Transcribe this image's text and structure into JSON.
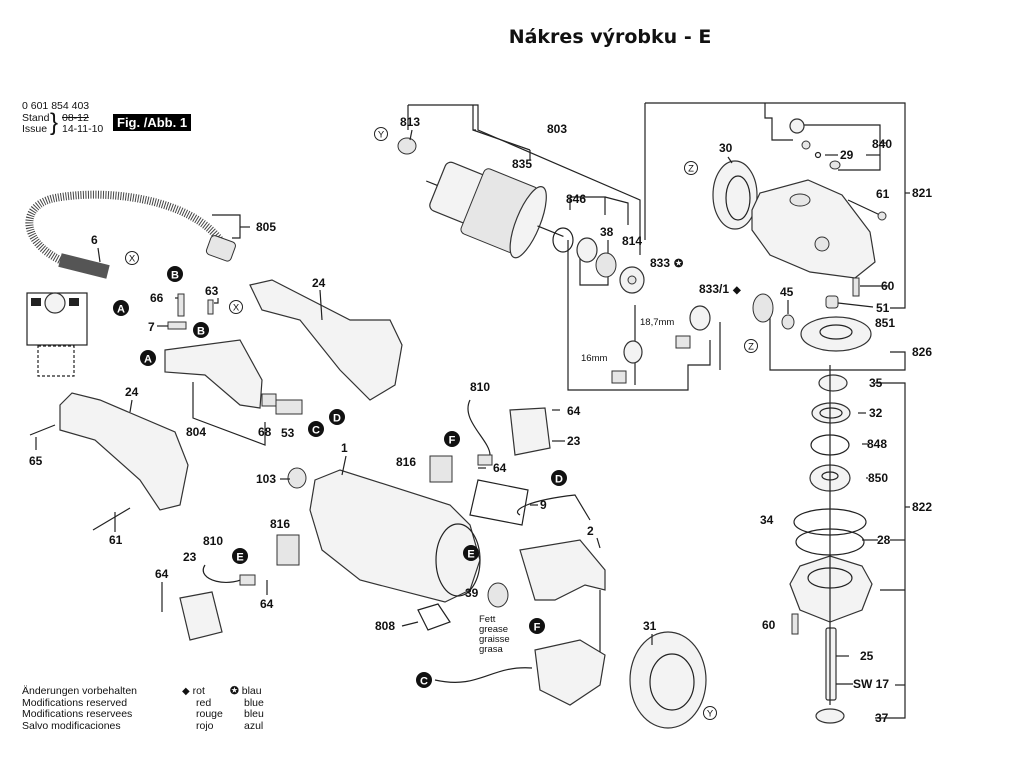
{
  "title": "Nákres výrobku - E",
  "header": {
    "part_number": "0 601 854 403",
    "stand_label": "Stand",
    "issue_label": "Issue",
    "stand_value": "08-12",
    "issue_value": "14-11-10",
    "figure_label": "Fig. /Abb. 1"
  },
  "legend": {
    "changes": [
      "Änderungen vorbehalten",
      "Modifications reserved",
      "Modifications reservees",
      "Salvo modificaciones"
    ],
    "red_symbol": "◆",
    "red": [
      "rot",
      "red",
      "rouge",
      "rojo"
    ],
    "blue_symbol": "✪",
    "blue": [
      "blau",
      "blue",
      "bleu",
      "azul"
    ]
  },
  "grease_note": [
    "Fett",
    "grease",
    "graisse",
    "grasa"
  ],
  "dimensions": {
    "bearing_a": "18,7mm",
    "bearing_b": "16mm"
  },
  "connectors": [
    "A",
    "B",
    "C",
    "D",
    "E",
    "F"
  ],
  "reference_markers": [
    "X",
    "Y",
    "Z"
  ],
  "parts": {
    "p813": "813",
    "p803": "803",
    "p835": "835",
    "p846": "846",
    "p38": "38",
    "p814": "814",
    "p833": "833",
    "p833_1": "833/1",
    "p30": "30",
    "p840": "840",
    "p29": "29",
    "p61a": "61",
    "p821": "821",
    "p60a": "60",
    "p51": "51",
    "p851": "851",
    "p45": "45",
    "p826": "826",
    "p35": "35",
    "p32": "32",
    "p848": "848",
    "p850": "850",
    "p822": "822",
    "p34": "34",
    "p28": "28",
    "p60b": "60",
    "p25": "25",
    "sw17": "SW 17",
    "p37": "37",
    "p805": "805",
    "p6": "6",
    "p66": "66",
    "p63": "63",
    "p7": "7",
    "p24a": "24",
    "p24b": "24",
    "p804": "804",
    "p68": "68",
    "p53": "53",
    "p65": "65",
    "p61b": "61",
    "p1": "1",
    "p103": "103",
    "p810a": "810",
    "p64a": "64",
    "p23a": "23",
    "p816a": "816",
    "p64b": "64",
    "p9": "9",
    "p816b": "816",
    "p810b": "810",
    "p23b": "23",
    "p64c": "64",
    "p64d": "64",
    "p2": "2",
    "p39": "39",
    "p808": "808",
    "p31": "31"
  }
}
